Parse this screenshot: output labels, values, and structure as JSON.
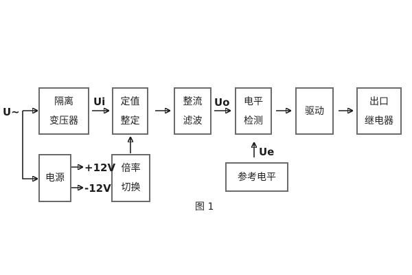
{
  "diagram": {
    "caption": "图 1",
    "blocks": [
      {
        "id": "isolation-transformer",
        "lines": [
          "隔离",
          "变压器"
        ]
      },
      {
        "id": "setting-adjustment",
        "lines": [
          "定值",
          "整定"
        ]
      },
      {
        "id": "rectifier-filter",
        "lines": [
          "整流",
          "滤波"
        ]
      },
      {
        "id": "level-detection",
        "lines": [
          "电平",
          "检测"
        ]
      },
      {
        "id": "drive",
        "lines": [
          "驱动"
        ]
      },
      {
        "id": "output-relay",
        "lines": [
          "出口",
          "继电器"
        ]
      },
      {
        "id": "power-supply",
        "lines": [
          "电源"
        ]
      },
      {
        "id": "ratio-switch",
        "lines": [
          "倍率",
          "切换"
        ]
      },
      {
        "id": "reference-level",
        "lines": [
          "参考电平"
        ]
      }
    ],
    "labels": {
      "input": "U~",
      "ui": "Ui",
      "uo": "Uo",
      "ue": "Ue",
      "plus12v": "+12V",
      "minus12v": "-12V"
    },
    "colors": {
      "background": "#ffffff",
      "box_border": "#6a6a6a",
      "line": "#1c1c1c",
      "text": "#1f1f1f"
    }
  }
}
